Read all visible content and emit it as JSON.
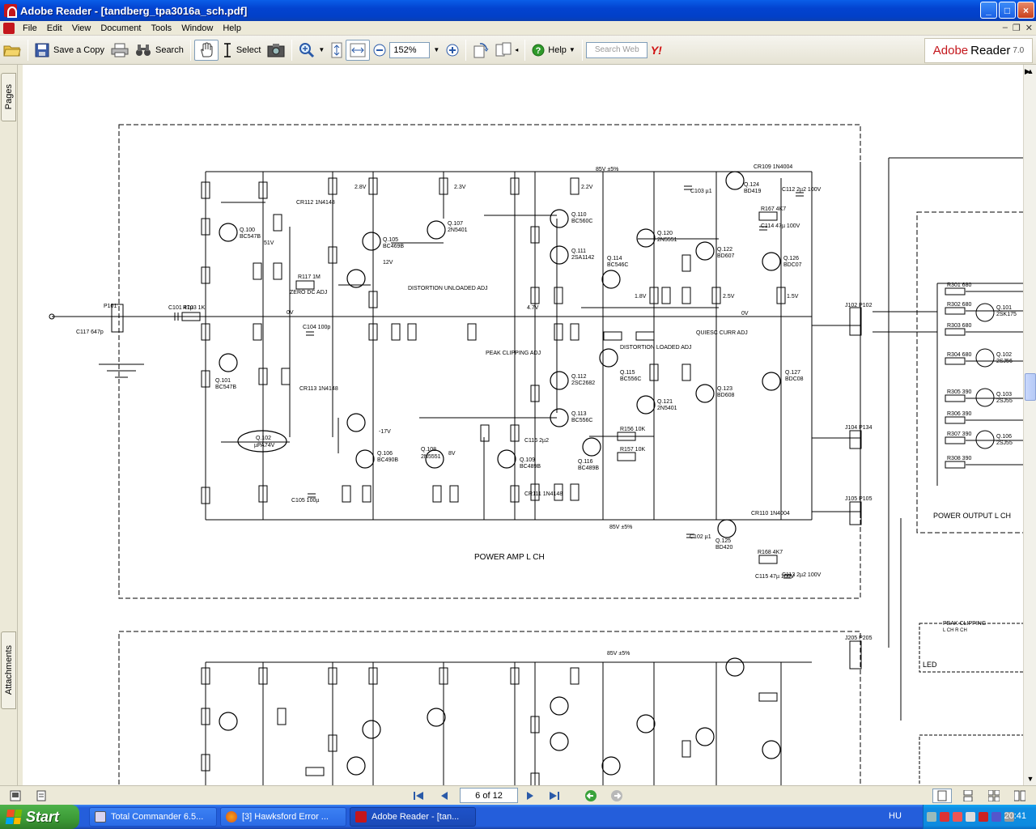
{
  "window": {
    "title": "Adobe Reader - [tandberg_tpa3016a_sch.pdf]",
    "controls": {
      "minimize": "_",
      "maximize": "□",
      "close": "×"
    }
  },
  "menu": [
    "File",
    "Edit",
    "View",
    "Document",
    "Tools",
    "Window",
    "Help"
  ],
  "toolbar": {
    "save_copy": "Save a Copy",
    "search": "Search",
    "select": "Select",
    "zoom_value": "152%",
    "help": "Help",
    "search_web_placeholder": "Search Web",
    "brand_name": "Adobe",
    "brand_product": "Reader",
    "brand_version": "7.0"
  },
  "nav_tabs": {
    "pages": "Pages",
    "attachments": "Attachments"
  },
  "schematic": {
    "block1_label": "POWER AMP L CH",
    "block2_label": "POWER OUTPUT L CH",
    "led_label": "LED",
    "peak_label": "PEAK CLIPPING",
    "peak_sub": "L CH  R CH",
    "supply_top": "85V ±5%",
    "supply_bottom": "85V ±5%",
    "zero_dc": "ZERO DC ADJ",
    "distortion_unloaded": "DISTORTION UNLOADED ADJ",
    "distortion_loaded": "DISTORTION LOADED ADJ",
    "peak_adj": "PEAK CLIPPING ADJ",
    "quiesc": "QUIESC CURR ADJ",
    "transistors": [
      {
        "ref": "Q.100",
        "type": "BC547B"
      },
      {
        "ref": "Q.101",
        "type": "BC547B"
      },
      {
        "ref": "Q.102",
        "type": "µPA74V"
      },
      {
        "ref": "Q.105",
        "type": "BC469B"
      },
      {
        "ref": "Q.107",
        "type": "2N5401"
      },
      {
        "ref": "Q.106",
        "type": "BC490B"
      },
      {
        "ref": "Q.108",
        "type": "2N5551"
      },
      {
        "ref": "Q.109",
        "type": "BC489B"
      },
      {
        "ref": "Q.110",
        "type": "BC560C"
      },
      {
        "ref": "Q.111",
        "type": "2SA1142"
      },
      {
        "ref": "Q.112",
        "type": "2SC2682"
      },
      {
        "ref": "Q.113",
        "type": "BC556C"
      },
      {
        "ref": "Q.114",
        "type": "BC546C"
      },
      {
        "ref": "Q.115",
        "type": "BC556C"
      },
      {
        "ref": "Q.116",
        "type": "BC489B"
      },
      {
        "ref": "Q.120",
        "type": "2N5551"
      },
      {
        "ref": "Q.121",
        "type": "2N5401"
      },
      {
        "ref": "Q.122",
        "type": "BD607"
      },
      {
        "ref": "Q.123",
        "type": "BD608"
      },
      {
        "ref": "Q.124",
        "type": "BD419"
      },
      {
        "ref": "Q.125",
        "type": "BD420"
      },
      {
        "ref": "Q.126",
        "type": "BDC07"
      },
      {
        "ref": "Q.127",
        "type": "BDC08"
      }
    ],
    "output_transistors": [
      {
        "ref": "Q.101",
        "type": "2SK175"
      },
      {
        "ref": "Q.102",
        "type": "2SJ56"
      },
      {
        "ref": "Q.103",
        "type": "2SJ55"
      },
      {
        "ref": "Q.106",
        "type": "2SJ55"
      }
    ],
    "resistors_out": [
      "R301 680",
      "R302 680",
      "R303 680",
      "R304 680",
      "R305 390",
      "R306 390",
      "R307 390",
      "R308 390"
    ],
    "voltages": [
      "0V",
      "0V",
      "2.8V",
      "2.3V",
      "2.2V",
      "8V",
      "1.5V",
      "2.5V",
      "1.8V",
      "4.7V",
      "-17V",
      "12V",
      "51V"
    ],
    "connectors": [
      "P101",
      "J102 P102",
      "J104 P134",
      "J105 P105",
      "J205 P205"
    ],
    "parts_misc": [
      "C101 47µ",
      "R103 1K",
      "C117 647p",
      "C104 100p",
      "C105 100µ",
      "CR112 1N4148",
      "R117 1M",
      "CR113 1N4148",
      "C102 µ1",
      "C103 µ1",
      "CR109 1N4004",
      "CR110 1N4004",
      "C112 2µ2 100V",
      "C113 2µ2 100V",
      "C114 47µ 100V",
      "C115 47µ 100V",
      "R167 4K7",
      "R168 4K7",
      "R156 10K",
      "R157 10K",
      "C116 2µ2",
      "CR111 1N4148"
    ]
  },
  "statusbar": {
    "page": "6 of 12"
  },
  "taskbar": {
    "start": "Start",
    "tasks": [
      "Total Commander 6.5...",
      "[3] Hawksford Error ...",
      "Adobe Reader - [tan..."
    ],
    "lang": "HU",
    "clock": "20:41"
  },
  "colors": {
    "titlebar": "#0343d0",
    "taskbar": "#245edb",
    "start": "#3c9a36",
    "brand_red": "#c4161c"
  }
}
